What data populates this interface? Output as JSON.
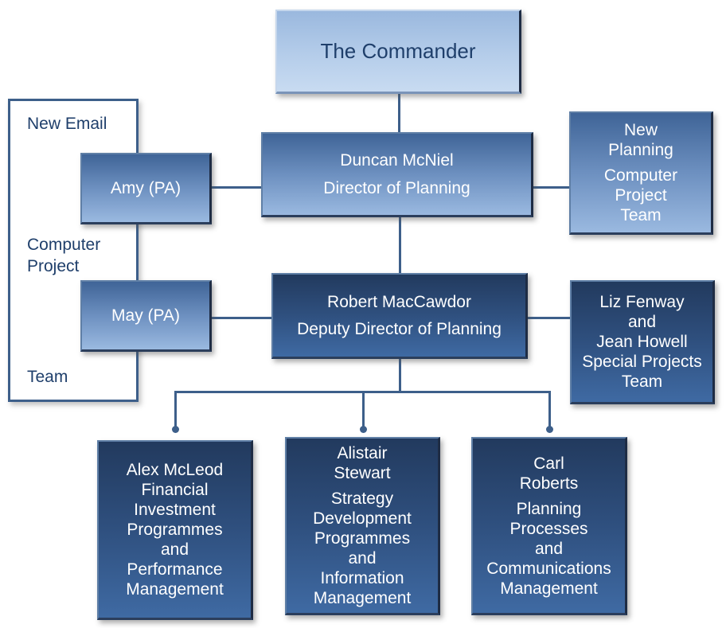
{
  "diagram": {
    "type": "org-chart",
    "nodes": {
      "commander": {
        "lines": [
          "The Commander"
        ]
      },
      "director": {
        "lines": [
          "Duncan McNiel",
          "Director of Planning"
        ]
      },
      "amy": {
        "lines": [
          "Amy (PA)"
        ]
      },
      "may": {
        "lines": [
          "May (PA)"
        ]
      },
      "new_planning_team": {
        "groups": [
          [
            "New",
            "Planning"
          ],
          [
            "Computer",
            "Project",
            "Team"
          ]
        ]
      },
      "deputy": {
        "lines": [
          "Robert MacCawdor",
          "Deputy Director of Planning"
        ]
      },
      "special_projects": {
        "lines": [
          "Liz Fenway",
          "and",
          "Jean Howell",
          "Special Projects",
          "Team"
        ]
      },
      "alex": {
        "lines": [
          "Alex McLeod",
          "Financial",
          "Investment",
          "Programmes",
          "and",
          "Performance",
          "Management"
        ]
      },
      "alistair": {
        "groups": [
          [
            "Alistair",
            "Stewart"
          ],
          [
            "Strategy",
            "Development",
            "Programmes",
            "and",
            "Information",
            "Management"
          ]
        ]
      },
      "carl": {
        "groups": [
          [
            "Carl",
            "Roberts"
          ],
          [
            "Planning",
            "Processes",
            "and",
            "Communications",
            "Management"
          ]
        ]
      }
    },
    "email_team_group": {
      "labels": [
        "New Email",
        "Computer",
        "Project",
        "Team"
      ]
    },
    "edges": [
      [
        "The Commander",
        "Duncan McNiel"
      ],
      [
        "Duncan McNiel",
        "Amy (PA)"
      ],
      [
        "Duncan McNiel",
        "New Planning Computer Project Team"
      ],
      [
        "Duncan McNiel",
        "Robert MacCawdor"
      ],
      [
        "Amy (PA)",
        "May (PA)"
      ],
      [
        "Robert MacCawdor",
        "May (PA)"
      ],
      [
        "Robert MacCawdor",
        "Liz Fenway and Jean Howell"
      ],
      [
        "Robert MacCawdor",
        "Alex McLeod"
      ],
      [
        "Robert MacCawdor",
        "Alistair Stewart"
      ],
      [
        "Robert MacCawdor",
        "Carl Roberts"
      ]
    ],
    "colors": {
      "line": "#3d5f8a",
      "light_box": "#b5cdea",
      "mid_box": "#6d90c0",
      "dark_box": "#2f507f",
      "label_text": "#1f3f6b"
    }
  }
}
